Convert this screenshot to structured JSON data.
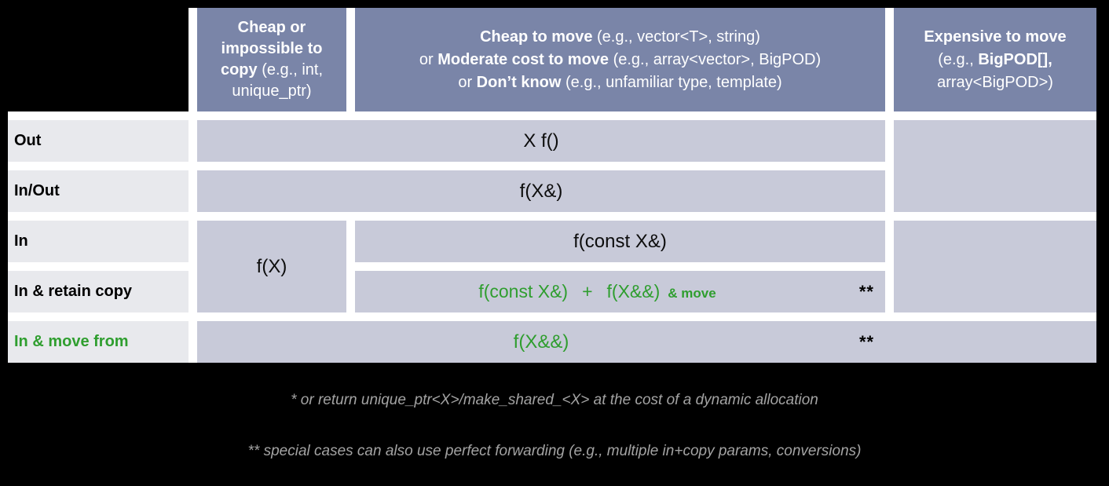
{
  "colors": {
    "slide_bg": "#000000",
    "table_gap": "#ffffff",
    "header_bg": "#7a85a8",
    "header_text": "#ffffff",
    "cell_bg": "#c8cad9",
    "cell_text": "#0d0d0d",
    "label_bg": "#e8e9ed",
    "green": "#2f9e2f",
    "footnote_gray": "#a3a3a3"
  },
  "headers": {
    "col1": {
      "line1_bold": "Cheap or",
      "line2_bold": "impossible to",
      "line3_bold": "copy",
      "line3_rest": " (e.g., int,",
      "line4": "unique_ptr)"
    },
    "col2": {
      "line1_bold": "Cheap to move",
      "line1_rest": " (e.g., vector<T>, string)",
      "line2_prefix": "or ",
      "line2_bold": "Moderate cost to move",
      "line2_rest": " (e.g., array<vector>, BigPOD)",
      "line3_prefix": "or ",
      "line3_bold": "Don’t know",
      "line3_rest": " (e.g., unfamiliar type, template)"
    },
    "col3": {
      "line1_bold": "Expensive to move",
      "line2_prefix": "(e.g., ",
      "line2_bold": "BigPOD[],",
      "line3": "array<BigPOD>)"
    }
  },
  "rows": {
    "out": {
      "label": "Out",
      "code": "X f()"
    },
    "inout": {
      "label": "In/Out",
      "code": "f(X&)"
    },
    "in": {
      "label": "In",
      "code_cheap": "f(X)",
      "code_main": "f(const X&)"
    },
    "retain": {
      "label": "In & retain copy",
      "code_a": "f(const X&)",
      "plus": "+",
      "code_b": "f(X&&)",
      "suffix": "& move",
      "stars": "**"
    },
    "movefrom": {
      "label": "In & move from",
      "code": "f(X&&)",
      "stars": "**"
    }
  },
  "footnotes": {
    "line1": "* or return unique_ptr<X>/make_shared_<X> at the cost of a dynamic allocation",
    "line2": "** special cases can also use perfect forwarding (e.g., multiple in+copy params, conversions)"
  }
}
